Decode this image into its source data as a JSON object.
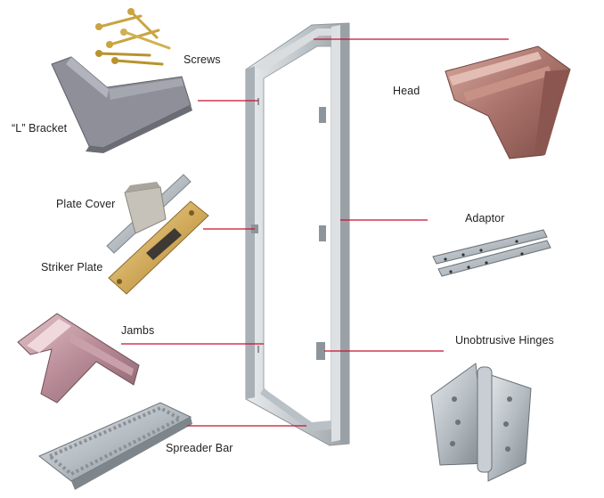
{
  "diagram": {
    "main_item": "door-frame",
    "labels": {
      "screws": "Screws",
      "l_bracket": "“L” Bracket",
      "head": "Head",
      "plate_cover": "Plate Cover",
      "striker_plate": "Striker Plate",
      "adaptor": "Adaptor",
      "jambs": "Jambs",
      "unobtrusive_hinges": "Unobtrusive Hinges",
      "spreader_bar": "Spreader Bar"
    },
    "colors": {
      "leader_line": "#c8102e",
      "frame_metal": "#c7ccd0",
      "frame_shadow": "#8f979d",
      "head_copper": "#b07a6e",
      "brass": "#d8b56a",
      "steel": "#b9c0c6"
    }
  }
}
